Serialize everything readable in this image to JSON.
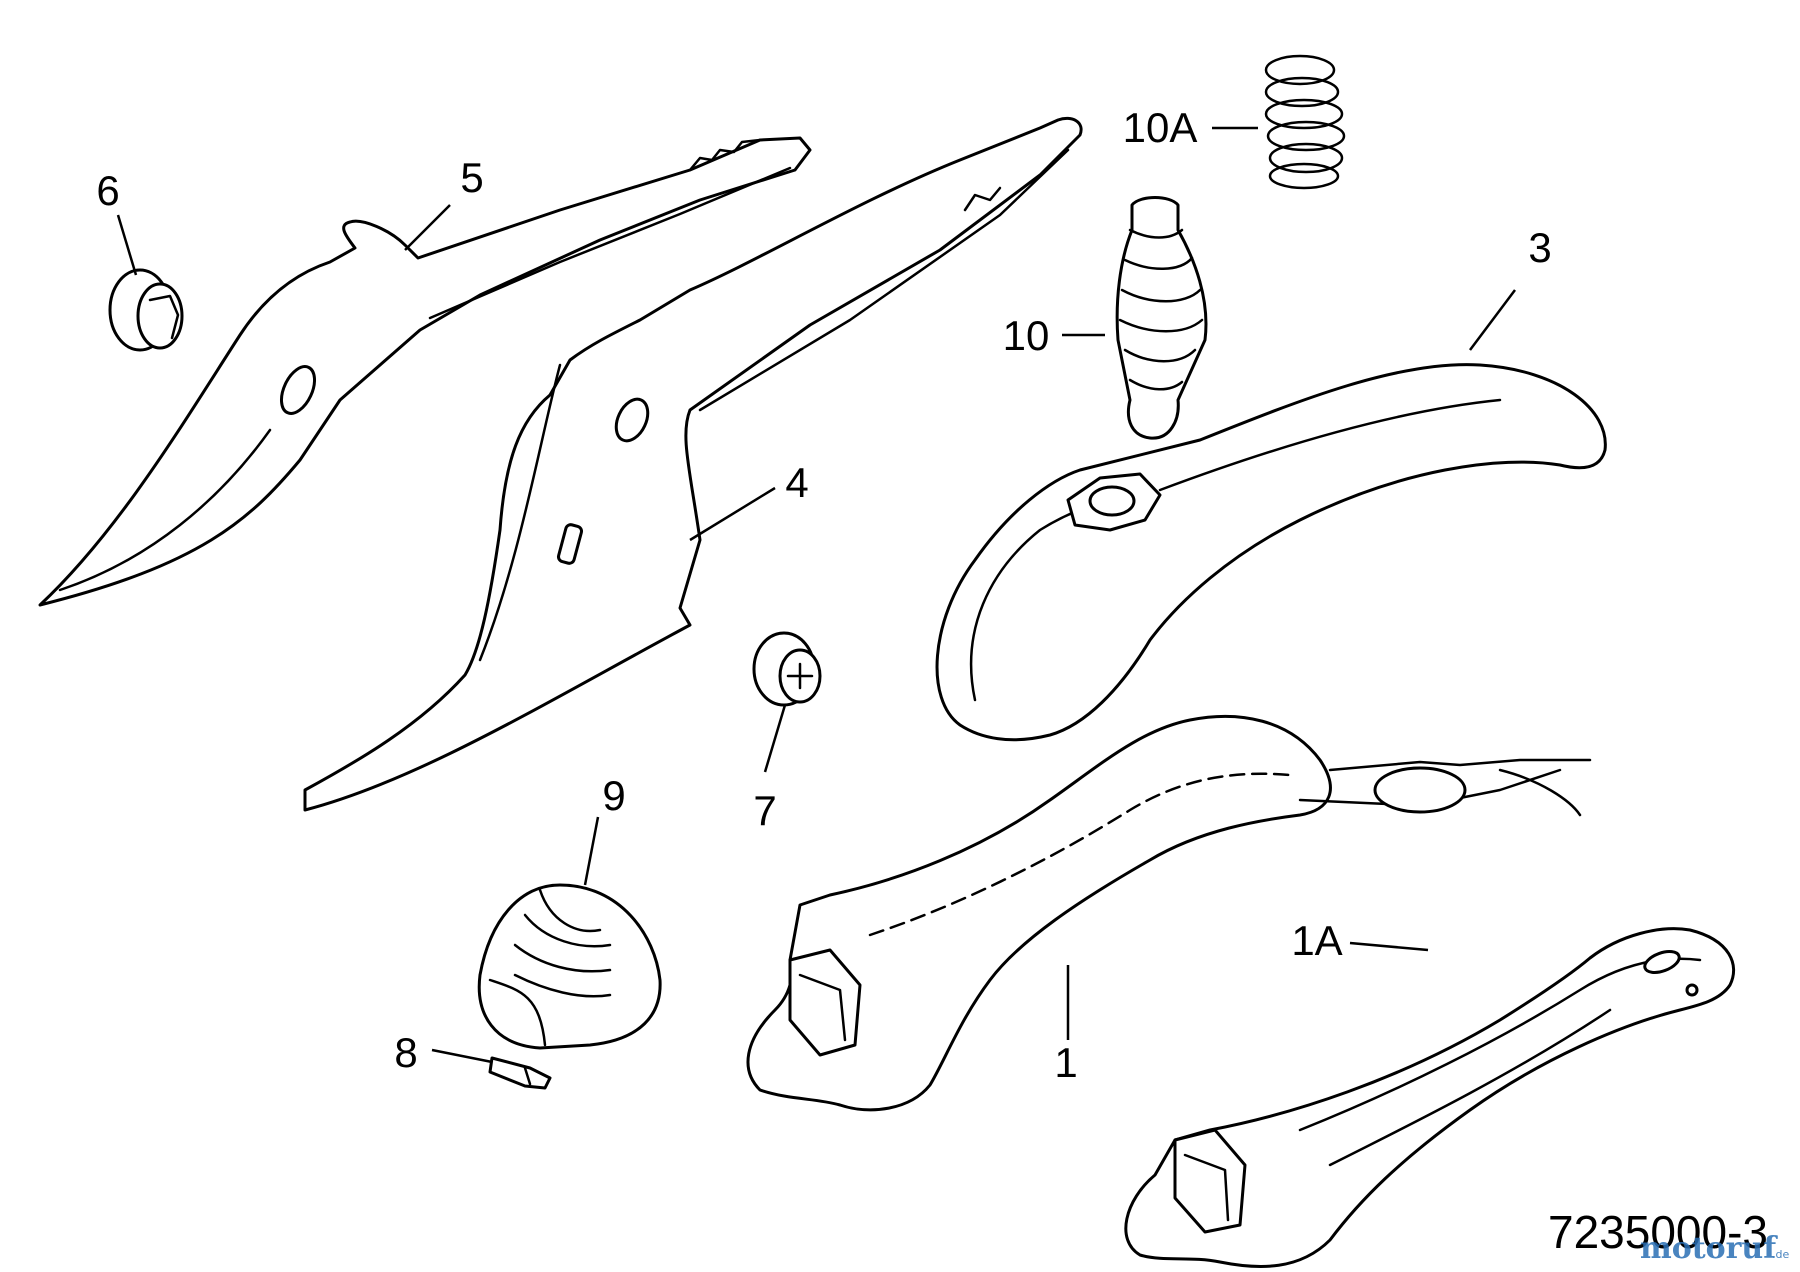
{
  "labels": {
    "p1": "1",
    "p1a": "1A",
    "p3": "3",
    "p4": "4",
    "p5": "5",
    "p6": "6",
    "p7": "7",
    "p8": "8",
    "p9": "9",
    "p10": "10",
    "p10a": "10A"
  },
  "document_number": "7235000-3",
  "watermark": {
    "brand": "motoruf",
    "suffix": ".de",
    "colors": {
      "primary": "#2a6fb5",
      "accent": "#f5a623"
    }
  }
}
